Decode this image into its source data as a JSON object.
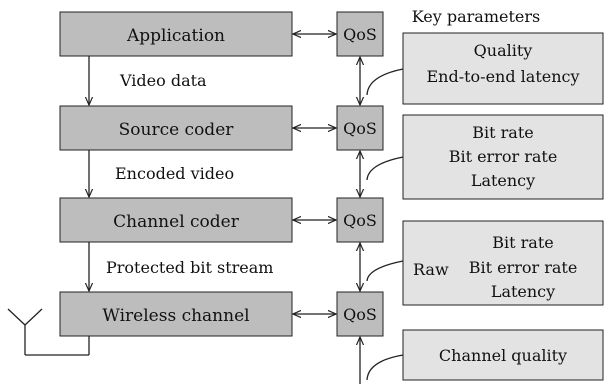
{
  "colors": {
    "main_box": "#bdbdbd",
    "qos_box": "#bdbdbd",
    "param_box": "#e3e3e3",
    "stroke": "#222222"
  },
  "stack": [
    {
      "label": "Application"
    },
    {
      "label": "Source coder"
    },
    {
      "label": "Channel coder"
    },
    {
      "label": "Wireless channel"
    }
  ],
  "flow_labels": [
    "Video data",
    "Encoded video",
    "Protected bit stream"
  ],
  "qos_label": "QoS",
  "key_parameters_title": "Key parameters",
  "parameter_boxes": [
    {
      "prefix": "",
      "lines": [
        "Quality",
        "End-to-end latency"
      ]
    },
    {
      "prefix": "",
      "lines": [
        "Bit rate",
        "Bit error rate",
        "Latency"
      ]
    },
    {
      "prefix": "Raw",
      "lines": [
        "Bit rate",
        "Bit error rate",
        "Latency"
      ]
    },
    {
      "prefix": "",
      "lines": [
        "Channel quality"
      ]
    }
  ]
}
